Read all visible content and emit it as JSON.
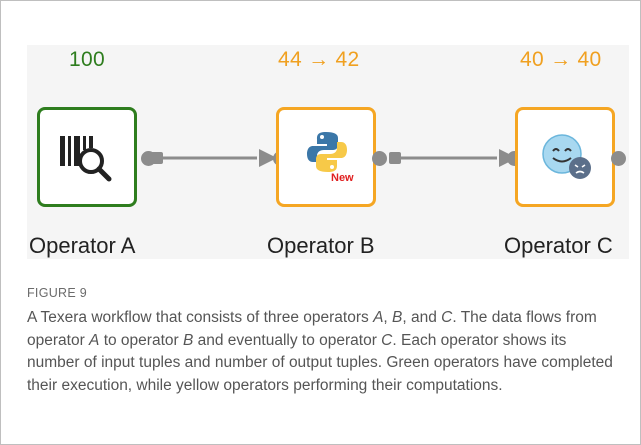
{
  "figure": {
    "label": "FIGURE 9",
    "caption": {
      "part1": "A Texera workflow that consists of three operators ",
      "a1": "A",
      "sep1": ", ",
      "b1": "B",
      "sep2": ", and ",
      "c1": "C",
      "part2": ". The data flows from operator ",
      "a2": "A",
      "part3": " to operator ",
      "b2": "B",
      "part4": " and eventually to operator ",
      "c2": "C",
      "part5": ". Each operator shows its number of input tuples and number of output tuples. Green operators have completed their execution, while yellow operators performing their computations."
    }
  },
  "workflow": {
    "operators": [
      {
        "name": "Operator A",
        "count": "100",
        "status_color": "#2e7d1e",
        "icon": "barcode-search-icon"
      },
      {
        "name": "Operator B",
        "count": "44 → 42",
        "status_color": "#f5a623",
        "icon": "python-icon",
        "badge": "New"
      },
      {
        "name": "Operator C",
        "count": "40 → 40",
        "status_color": "#f5a623",
        "icon": "sentiment-faces-icon"
      }
    ],
    "colors": {
      "completed": "#2e7d1e",
      "running": "#f5a623",
      "canvas": "#f5f5f5",
      "link": "#8c8c8c"
    }
  }
}
